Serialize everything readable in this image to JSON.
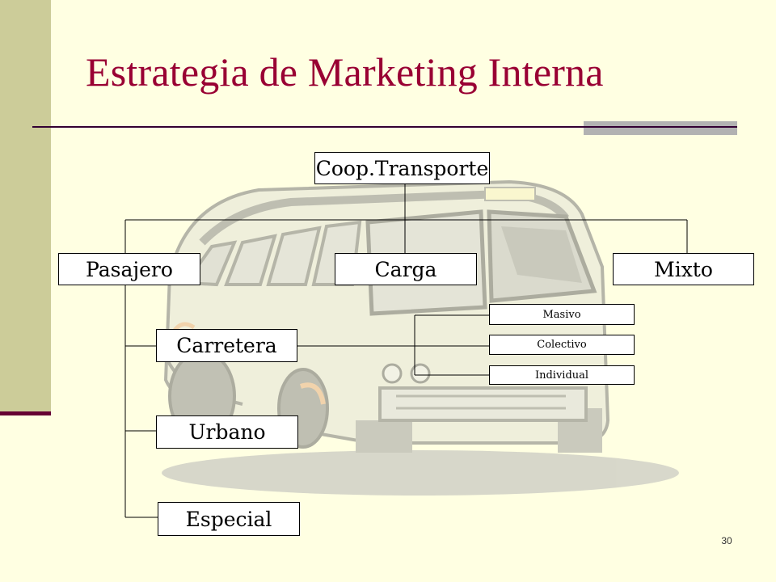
{
  "slide": {
    "title": "Estrategia de Marketing Interna",
    "page_number": "30",
    "colors": {
      "background": "#FFFFE2",
      "title": "#990033",
      "sidebar": "#CCCC99",
      "accent_line": "#660033"
    }
  },
  "diagram": {
    "root": "Coop.Transporte",
    "level1": {
      "pasajero": "Pasajero",
      "carga": "Carga",
      "mixto": "Mixto"
    },
    "pasajero_children": {
      "carretera": "Carretera",
      "urbano": "Urbano",
      "especial": "Especial"
    },
    "carga_children": {
      "masivo": "Masivo",
      "colectivo": "Colectivo",
      "individual": "Individual"
    }
  },
  "background_image": {
    "icon": "bus-clipart"
  }
}
